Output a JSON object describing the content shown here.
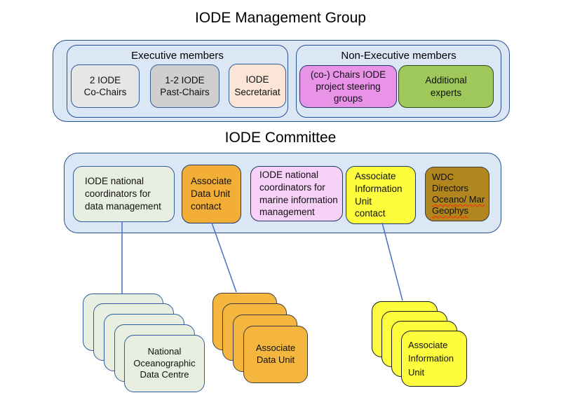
{
  "titles": {
    "management": "IODE Management Group",
    "committee": "IODE Committee"
  },
  "management_group": {
    "executive": {
      "header": "Executive members",
      "members": [
        {
          "label": "2 IODE\nCo-Chairs",
          "fill": "#e7e6e6"
        },
        {
          "label": "1-2 IODE\nPast-Chairs",
          "fill": "#d0cece"
        },
        {
          "label": "IODE\nSecretariat",
          "fill": "#fbe5d6"
        }
      ]
    },
    "non_executive": {
      "header": "Non-Executive members",
      "members": [
        {
          "label": "(co-) Chairs IODE\nproject steering\ngroups",
          "fill": "#e893e8"
        },
        {
          "label": "Additional\nexperts",
          "fill": "#9ec95a"
        }
      ]
    }
  },
  "committee": {
    "members": [
      {
        "label": "IODE national\ncoordinators for\ndata management",
        "fill": "#e9efe0"
      },
      {
        "label": "Associate\nData Unit\ncontact",
        "fill": "#f3ae38"
      },
      {
        "label": "IODE national\ncoordinators for\nmarine information\nmanagement",
        "fill": "#f8d1f8"
      },
      {
        "label": "Associate\nInformation\nUnit\ncontact",
        "fill": "#fdfd3e"
      },
      {
        "label_plain": "WDC\nDirectors",
        "label_misspelled": "Oceano/ Mar\nGeophys",
        "fill": "#b1861f"
      }
    ]
  },
  "stacks": [
    {
      "label": "National\nOceanographic\nData Centre",
      "card_count": 5,
      "fill": "#e9efe0"
    },
    {
      "label": "Associate\nData Unit",
      "card_count": 4,
      "fill": "#f4b63f"
    },
    {
      "label": "Associate\nInformation\nUnit",
      "card_count": 4,
      "fill": "#fdfd3e"
    }
  ],
  "colors": {
    "container_fill": "#dbe7f5",
    "container_border": "#27508f",
    "connector_line": "#4472c4",
    "spellcheck_squiggle": "#ff2a00",
    "wdc_fill": "#b1861f",
    "background": "#ffffff"
  }
}
